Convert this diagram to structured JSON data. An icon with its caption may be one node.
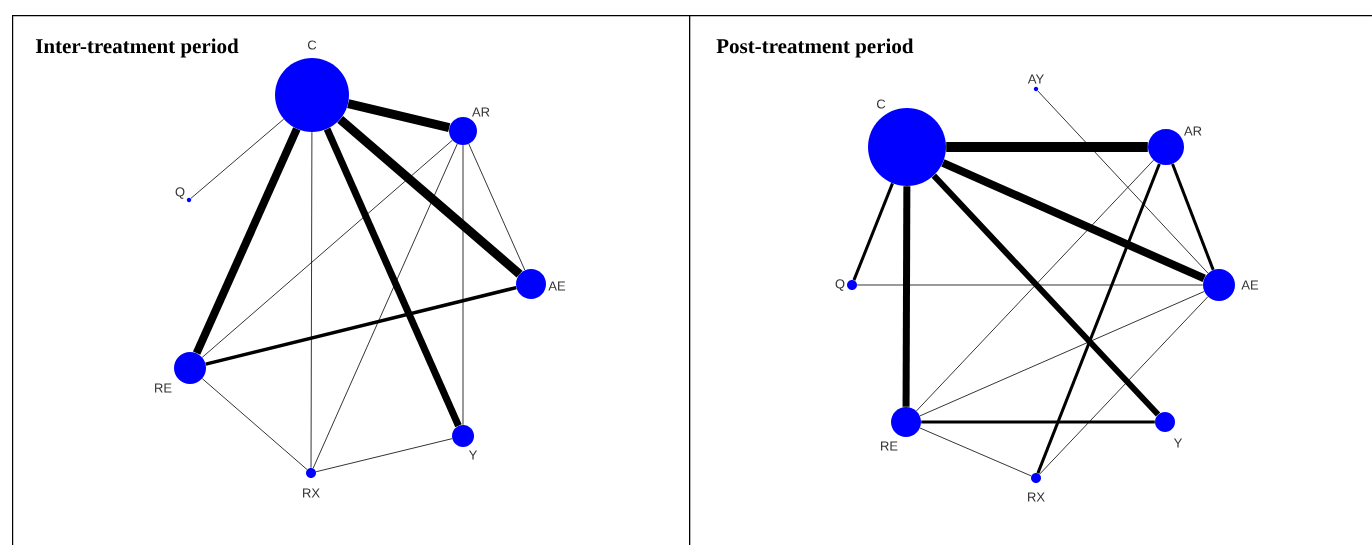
{
  "diagram": {
    "nodes": [
      {
        "text": [
          "Inter-treatment period"
        ]
      },
      {
        "text": [
          "C"
        ],
        "in": 0
      },
      {
        "text": [
          "AR"
        ],
        "in": 0
      },
      {
        "text": [
          "Q"
        ],
        "in": 0
      },
      {
        "text": [
          "AE"
        ],
        "in": 0
      },
      {
        "text": [
          "RE"
        ],
        "in": 0
      },
      {
        "text": [
          "Y"
        ],
        "in": 0
      },
      {
        "text": [
          "RX"
        ],
        "in": 0
      },
      {
        "text": [
          "Post-treatment period"
        ]
      },
      {
        "text": [
          "AY"
        ],
        "in": 8
      },
      {
        "text": [
          "C"
        ],
        "in": 8
      },
      {
        "text": [
          "AR"
        ],
        "in": 8
      },
      {
        "text": [
          "Q"
        ],
        "in": 8
      },
      {
        "text": [
          "AE"
        ],
        "in": 8
      },
      {
        "text": [
          "RE"
        ],
        "in": 8
      },
      {
        "text": [
          "Y"
        ],
        "in": 8
      },
      {
        "text": [
          "RX"
        ],
        "in": 8
      }
    ],
    "edges": [
      {
        "from": 1,
        "to": 2,
        "arrow": "none",
        "style": "thick"
      },
      {
        "from": 1,
        "to": 4,
        "arrow": "none",
        "style": "thick"
      },
      {
        "from": 1,
        "to": 5,
        "arrow": "none",
        "style": "thick"
      },
      {
        "from": 1,
        "to": 6,
        "arrow": "none",
        "style": "thick"
      },
      {
        "from": 1,
        "to": 3,
        "arrow": "none"
      },
      {
        "from": 1,
        "to": 7,
        "arrow": "none"
      },
      {
        "from": 2,
        "to": 5,
        "arrow": "none"
      },
      {
        "from": 2,
        "to": 7,
        "arrow": "none"
      },
      {
        "from": 2,
        "to": 6,
        "arrow": "none"
      },
      {
        "from": 2,
        "to": 4,
        "arrow": "none"
      },
      {
        "from": 5,
        "to": 4,
        "arrow": "none",
        "style": "thick"
      },
      {
        "from": 5,
        "to": 7,
        "arrow": "none"
      },
      {
        "from": 7,
        "to": 6,
        "arrow": "none"
      },
      {
        "from": 10,
        "to": 11,
        "arrow": "none",
        "style": "thick"
      },
      {
        "from": 10,
        "to": 13,
        "arrow": "none",
        "style": "thick"
      },
      {
        "from": 10,
        "to": 14,
        "arrow": "none",
        "style": "thick"
      },
      {
        "from": 10,
        "to": 15,
        "arrow": "none",
        "style": "thick"
      },
      {
        "from": 10,
        "to": 12,
        "arrow": "none",
        "style": "thick"
      },
      {
        "from": 9,
        "to": 13,
        "arrow": "none"
      },
      {
        "from": 11,
        "to": 13,
        "arrow": "none",
        "style": "thick"
      },
      {
        "from": 11,
        "to": 14,
        "arrow": "none"
      },
      {
        "from": 11,
        "to": 16,
        "arrow": "none",
        "style": "thick"
      },
      {
        "from": 12,
        "to": 13,
        "arrow": "none"
      },
      {
        "from": 13,
        "to": 14,
        "arrow": "none"
      },
      {
        "from": 13,
        "to": 16,
        "arrow": "none"
      },
      {
        "from": 14,
        "to": 15,
        "arrow": "none",
        "style": "thick"
      },
      {
        "from": 14,
        "to": 16,
        "arrow": "none"
      }
    ]
  }
}
